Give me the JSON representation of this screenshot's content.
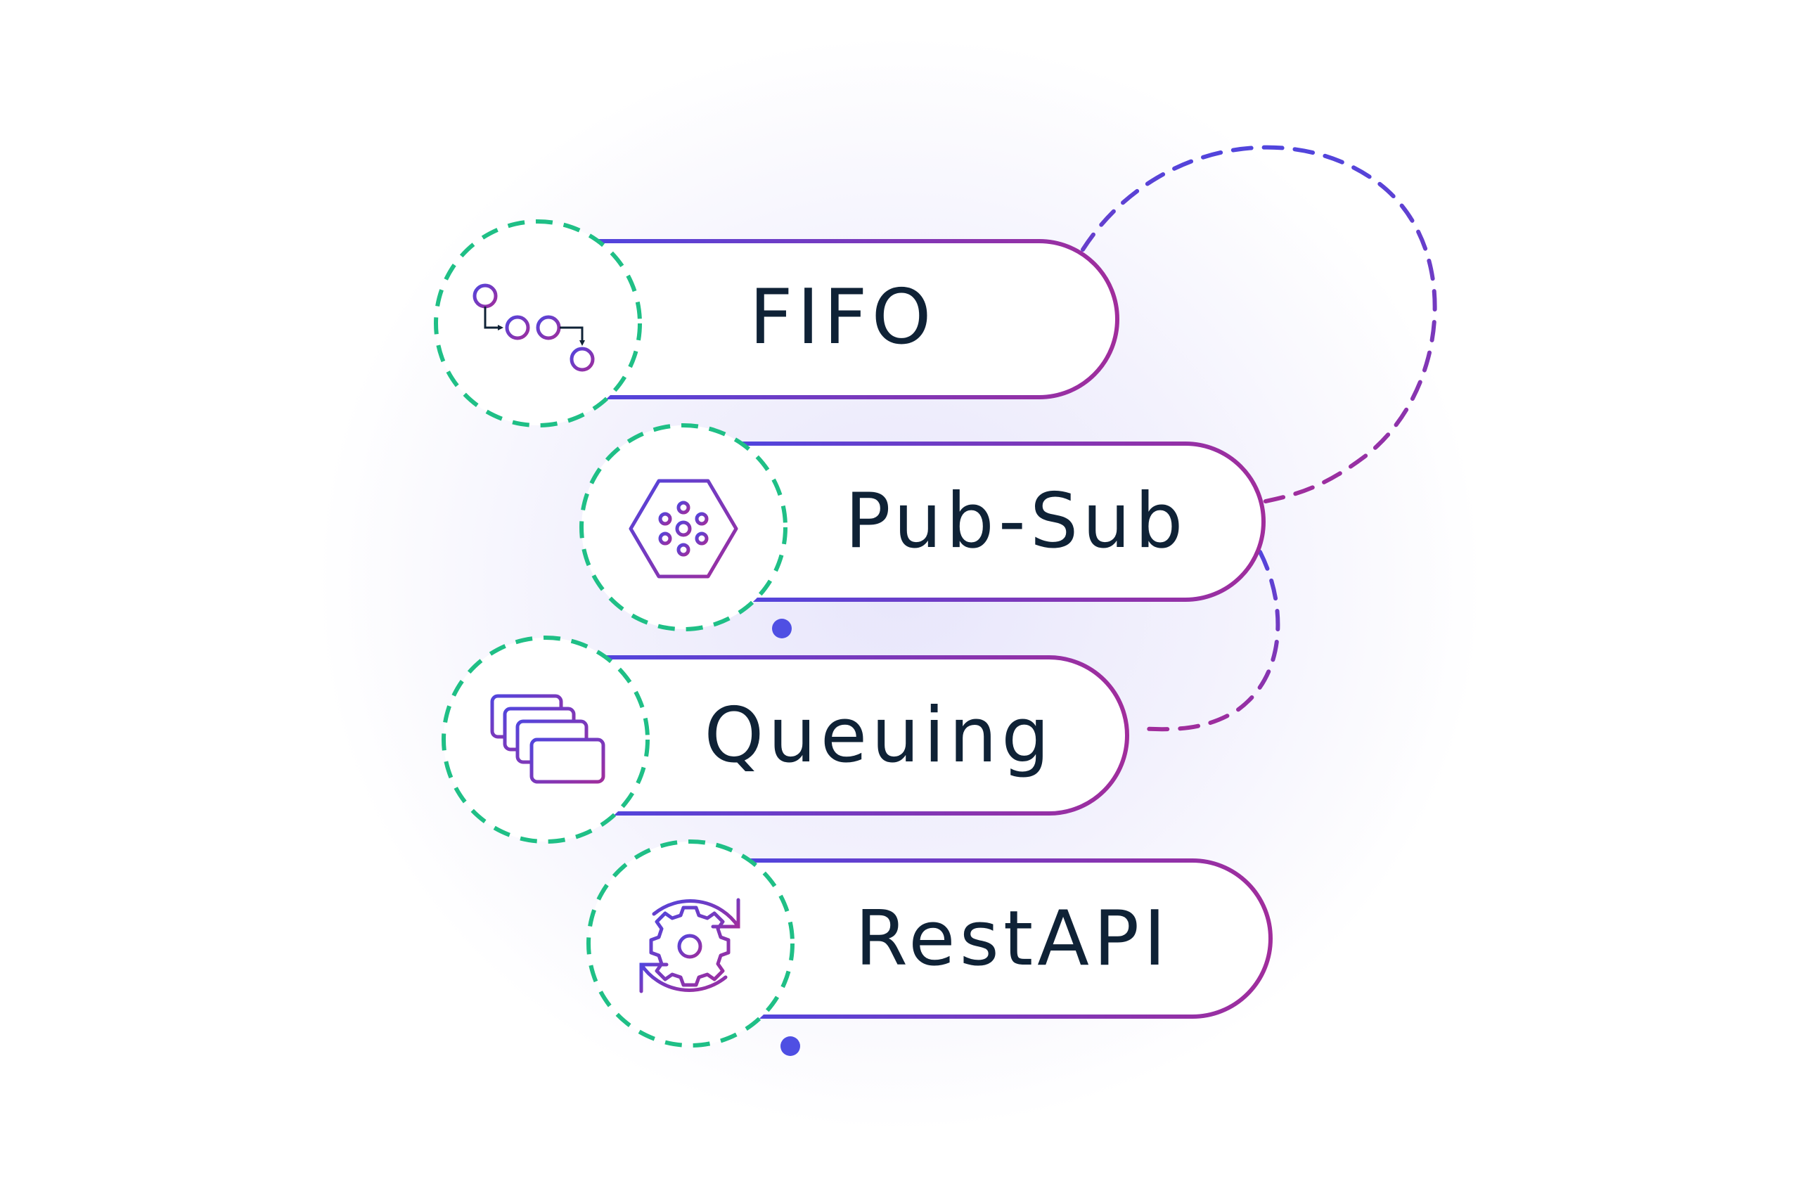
{
  "diagram": {
    "items": [
      {
        "label": "FIFO",
        "icon": "fifo-flow-icon"
      },
      {
        "label": "Pub-Sub",
        "icon": "hexagon-nodes-icon"
      },
      {
        "label": "Queuing",
        "icon": "stacked-cards-icon"
      },
      {
        "label": "RestAPI",
        "icon": "gear-sync-icon"
      }
    ],
    "colors": {
      "text": "#0f2236",
      "gradient_start": "#5145dd",
      "gradient_end": "#a02d9c",
      "circle_dashed": "#1fbf86",
      "dot": "#4f4fe3",
      "glow": "#eeeeff"
    }
  }
}
